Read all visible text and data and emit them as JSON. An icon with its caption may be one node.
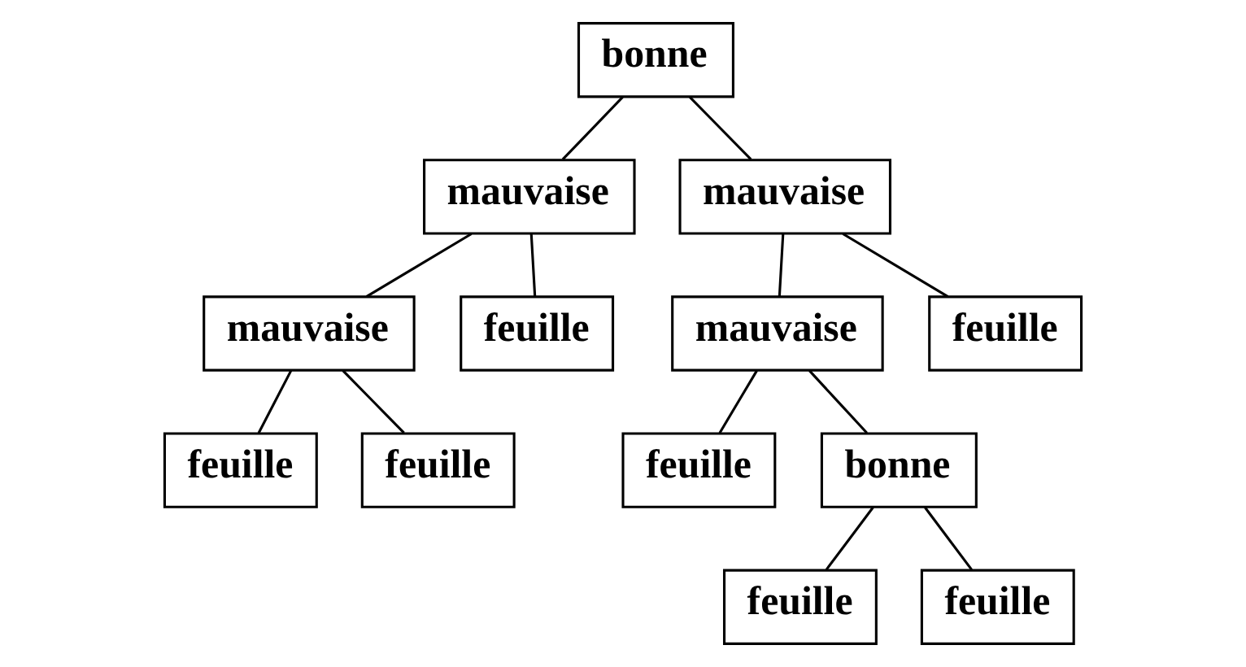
{
  "diagram": {
    "nodes": [
      {
        "text": [
          "bonne"
        ]
      },
      {
        "text": [
          "mauvaise"
        ]
      },
      {
        "text": [
          "mauvaise"
        ]
      },
      {
        "text": [
          "mauvaise"
        ]
      },
      {
        "text": [
          "feuille"
        ]
      },
      {
        "text": [
          "mauvaise"
        ]
      },
      {
        "text": [
          "feuille"
        ]
      },
      {
        "text": [
          "feuille"
        ]
      },
      {
        "text": [
          "feuille"
        ]
      },
      {
        "text": [
          "feuille"
        ]
      },
      {
        "text": [
          "bonne"
        ]
      },
      {
        "text": [
          "feuille"
        ]
      },
      {
        "text": [
          "feuille"
        ]
      }
    ],
    "edges": [
      {
        "from": 0,
        "to": 1,
        "arrow": "none"
      },
      {
        "from": 0,
        "to": 2,
        "arrow": "none"
      },
      {
        "from": 1,
        "to": 3,
        "arrow": "none"
      },
      {
        "from": 1,
        "to": 4,
        "arrow": "none"
      },
      {
        "from": 2,
        "to": 5,
        "arrow": "none"
      },
      {
        "from": 2,
        "to": 6,
        "arrow": "none"
      },
      {
        "from": 3,
        "to": 7,
        "arrow": "none"
      },
      {
        "from": 3,
        "to": 8,
        "arrow": "none"
      },
      {
        "from": 5,
        "to": 9,
        "arrow": "none"
      },
      {
        "from": 5,
        "to": 10,
        "arrow": "none"
      },
      {
        "from": 10,
        "to": 11,
        "arrow": "none"
      },
      {
        "from": 10,
        "to": 12,
        "arrow": "none"
      }
    ]
  }
}
